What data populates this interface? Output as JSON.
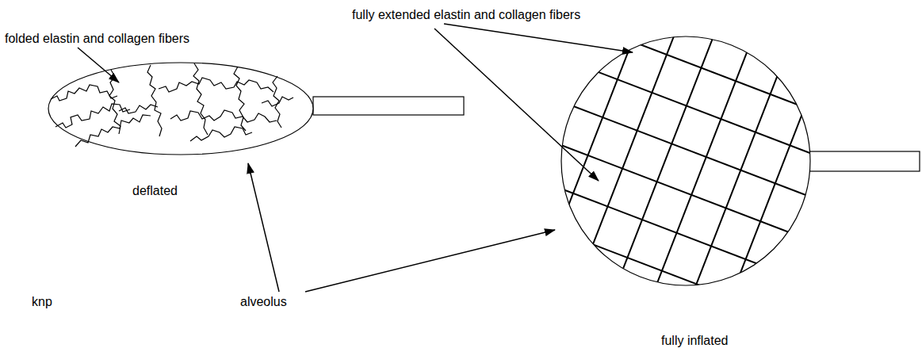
{
  "diagram": {
    "labels": [
      "folded elastin and collagen fibers",
      "fully extended elastin and collagen fibers",
      "deflated",
      "knp",
      "alveolus",
      "fully inflated"
    ]
  }
}
